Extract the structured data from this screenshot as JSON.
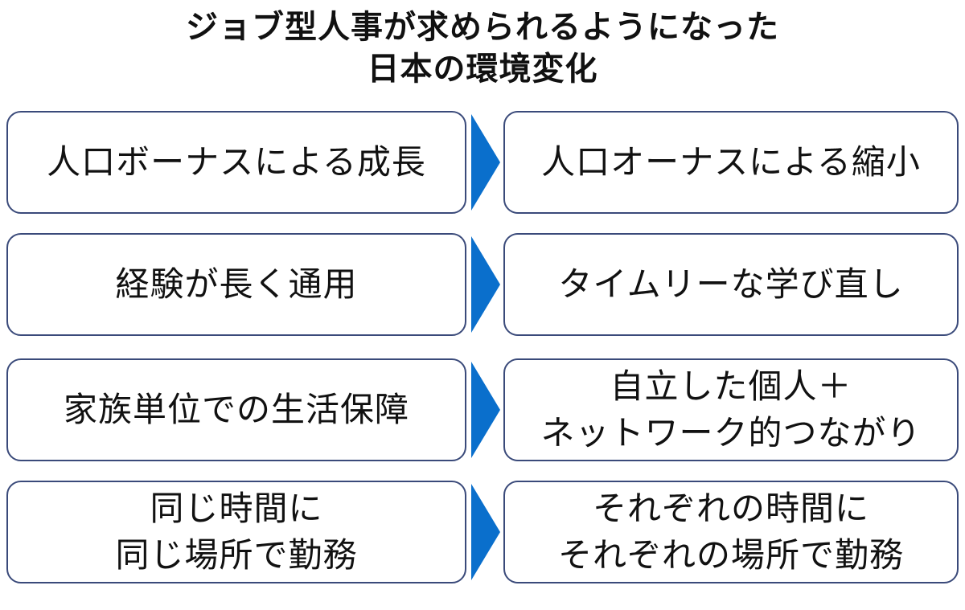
{
  "title": {
    "line1": "ジョブ型人事が求められるようになった",
    "line2": "日本の環境変化"
  },
  "colors": {
    "arrow": "#0a6fcc",
    "box_border": "#3a4a7a",
    "text": "#111111"
  },
  "rows": [
    {
      "before": [
        "人口ボーナスによる成長"
      ],
      "after": [
        "人口オーナスによる縮小"
      ]
    },
    {
      "before": [
        "経験が長く通用"
      ],
      "after": [
        "タイムリーな学び直し"
      ]
    },
    {
      "before": [
        "家族単位での生活保障"
      ],
      "after": [
        "自立した個人＋",
        "ネットワーク的つながり"
      ]
    },
    {
      "before": [
        "同じ時間に",
        "同じ場所で勤務"
      ],
      "after": [
        "それぞれの時間に",
        "それぞれの場所で勤務"
      ]
    }
  ]
}
